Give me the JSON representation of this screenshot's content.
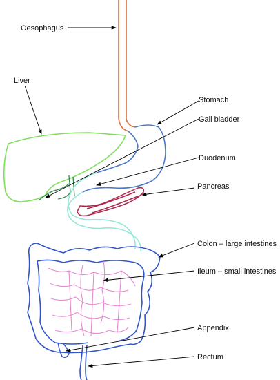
{
  "labels": {
    "oesophagus": "Oesophagus",
    "liver": "Liver",
    "stomach": "Stomach",
    "gall_bladder": "Gall bladder",
    "duodenum": "Duodenum",
    "pancreas": "Pancreas",
    "colon": "Colon – large intestines",
    "ileum": "Ileum – small intestines",
    "appendix": "Appendix",
    "rectum": "Rectum"
  },
  "colors": {
    "oesophagus": "#e06a3a",
    "stomach": "#4a78c8",
    "liver": "#7ee05a",
    "gall_bladder": "#2f8a4a",
    "duodenum": "#8fe8d8",
    "pancreas": "#b0244a",
    "colon": "#2f55c8",
    "ileum": "#e58ad0",
    "arrow": "#000000"
  }
}
